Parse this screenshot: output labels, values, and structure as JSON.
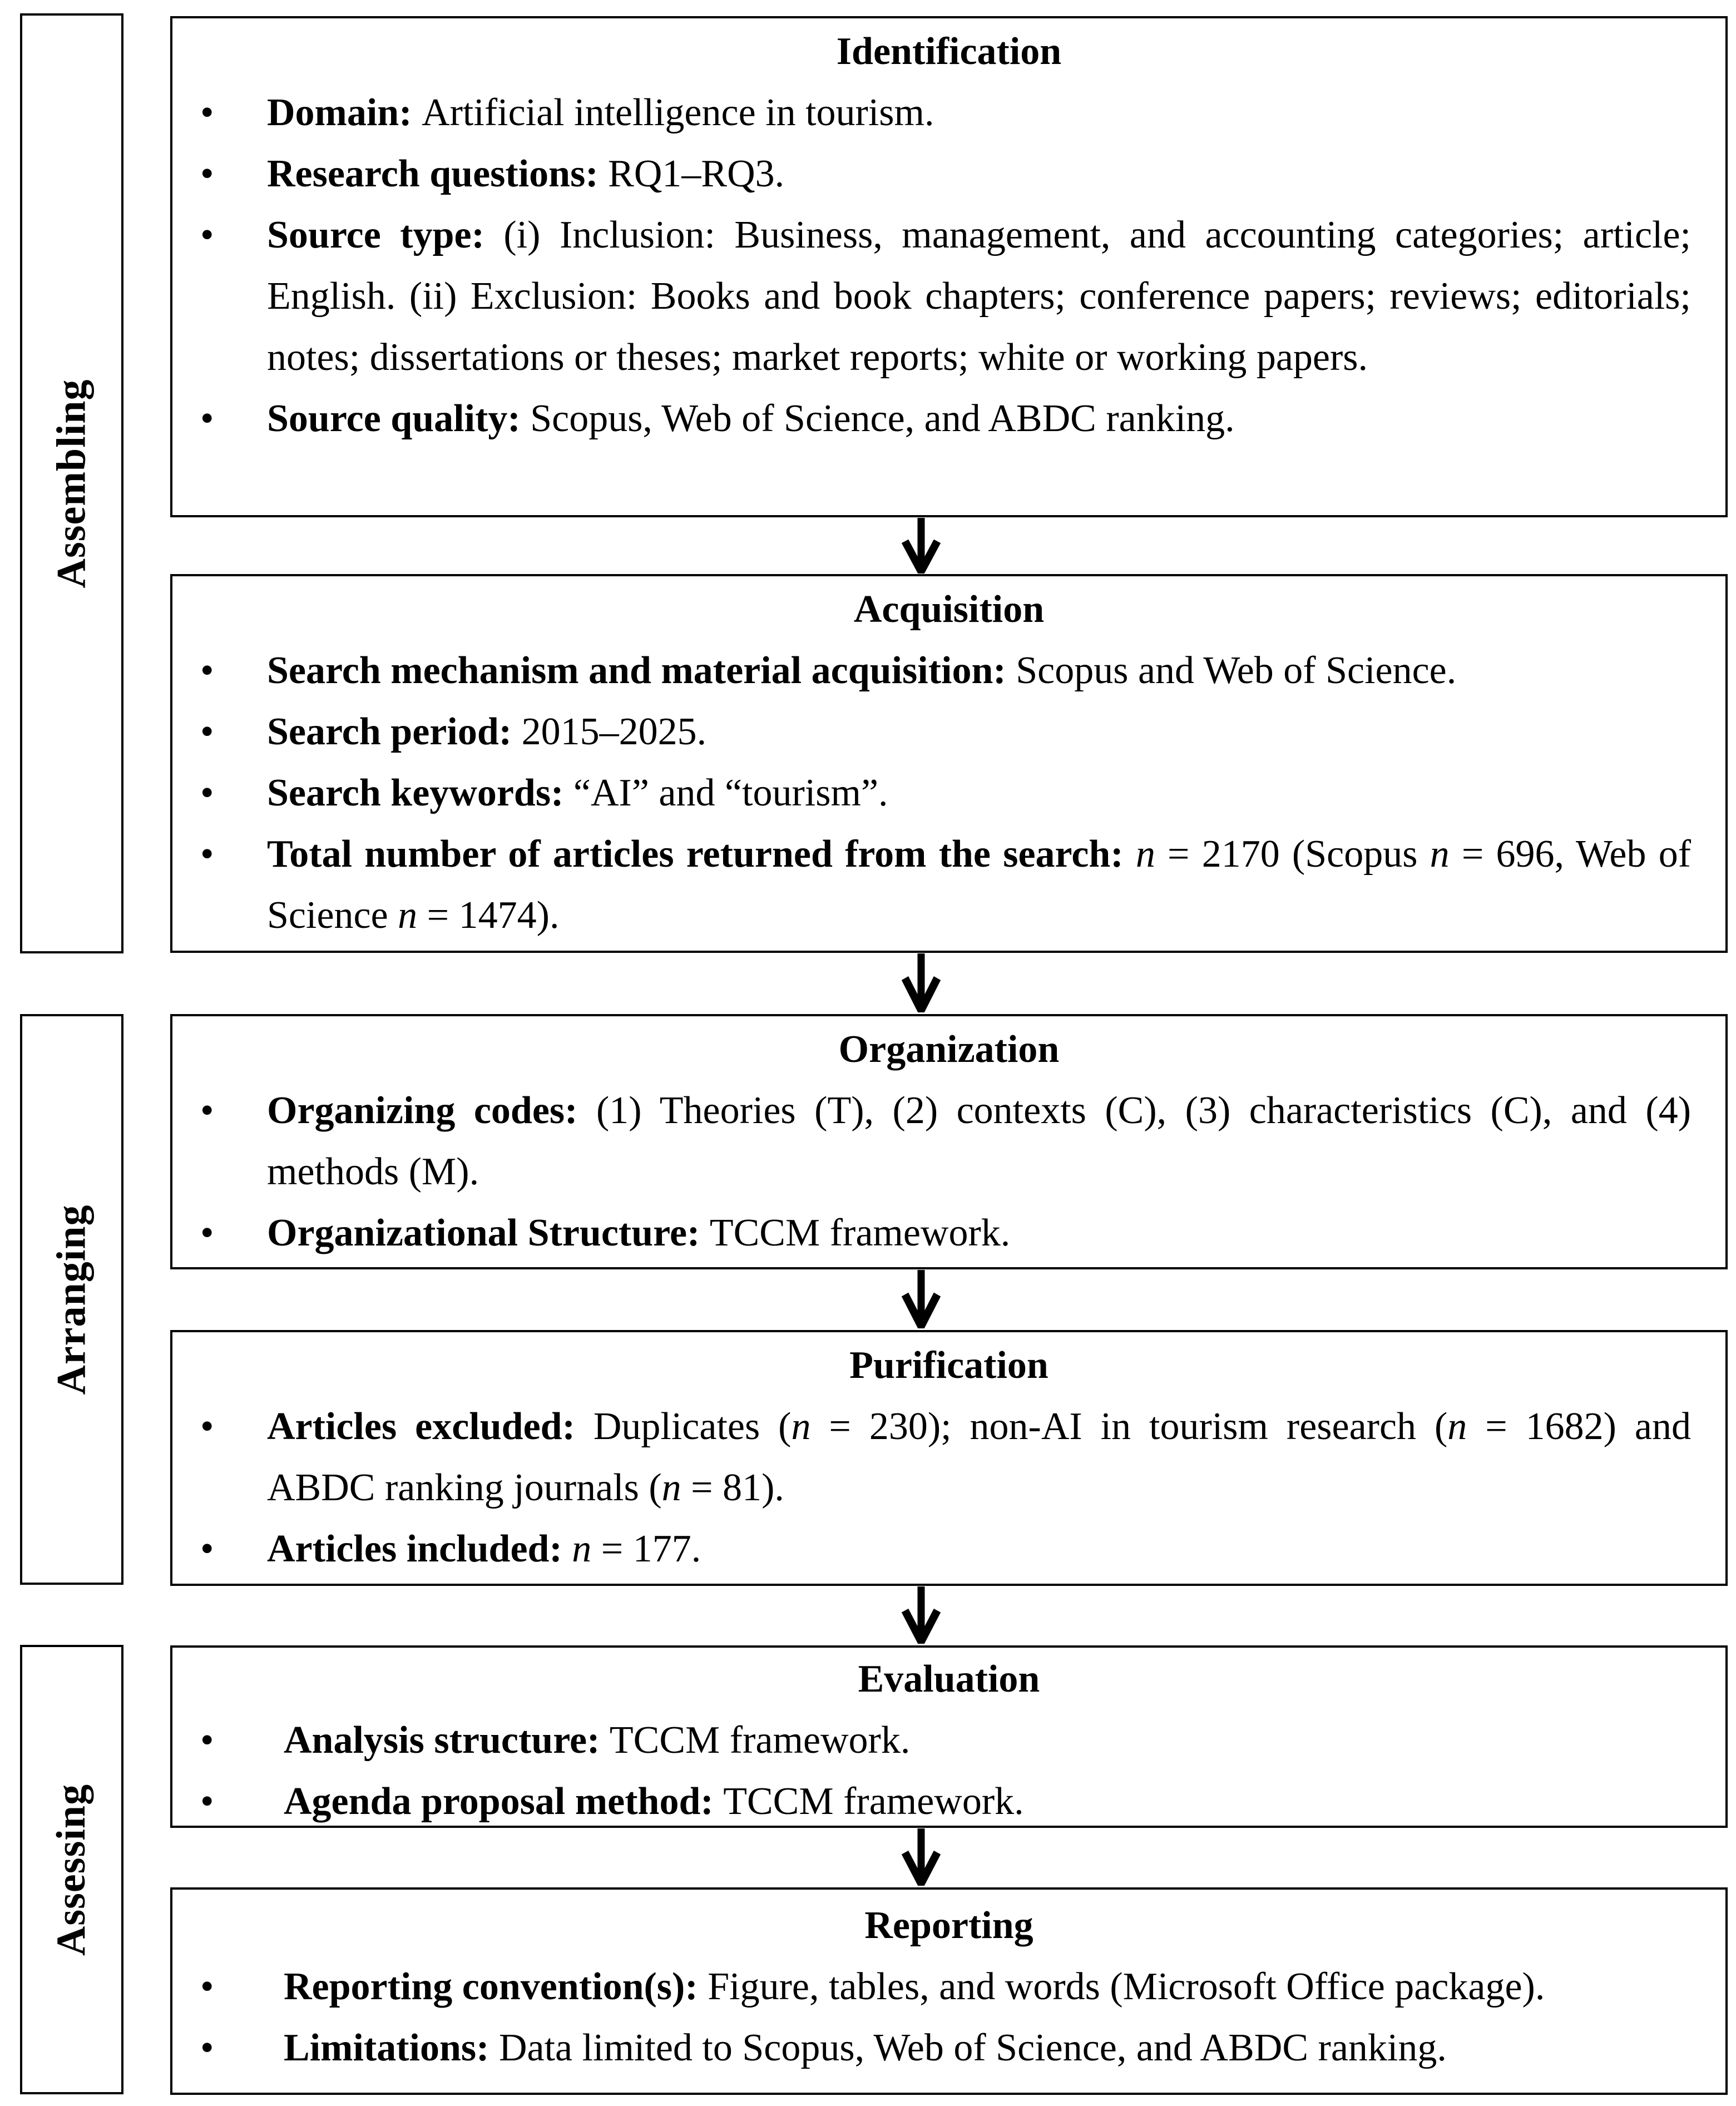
{
  "figure": {
    "background_color": "#ffffff",
    "line_color": "#000000",
    "text_color": "#000000",
    "bullet_glyph": "•",
    "connector_icon": "down-arrow",
    "connector_count": 5
  },
  "phases": [
    {
      "label": "Assembling"
    },
    {
      "label": "Arranging"
    },
    {
      "label": "Assessing"
    }
  ],
  "boxes": [
    {
      "title": "Identification",
      "items": [
        {
          "runs": [
            {
              "t": "Domain: ",
              "b": 1
            },
            {
              "t": "Artificial intelligence in tourism."
            }
          ]
        },
        {
          "runs": [
            {
              "t": "Research questions: ",
              "b": 1
            },
            {
              "t": "RQ1–RQ3."
            }
          ]
        },
        {
          "runs": [
            {
              "t": "Source type: ",
              "b": 1
            },
            {
              "t": "(i) Inclusion: Business, management, and accounting categories; article; English. (ii) Exclusion: Books and book chapters; conference papers; reviews; editorials; notes; dissertations or theses; market reports; white or working papers."
            }
          ]
        },
        {
          "runs": [
            {
              "t": "Source quality: ",
              "b": 1
            },
            {
              "t": "Scopus, Web of Science, and ABDC ranking."
            }
          ]
        }
      ]
    },
    {
      "title": "Acquisition",
      "items": [
        {
          "runs": [
            {
              "t": "Search mechanism and material acquisition: ",
              "b": 1
            },
            {
              "t": "Scopus and Web of Science."
            }
          ]
        },
        {
          "runs": [
            {
              "t": "Search period: ",
              "b": 1
            },
            {
              "t": "2015–2025."
            }
          ]
        },
        {
          "runs": [
            {
              "t": "Search keywords: ",
              "b": 1
            },
            {
              "t": "“AI” and “tourism”."
            }
          ]
        },
        {
          "runs": [
            {
              "t": "Total number of articles returned from the search: ",
              "b": 1
            },
            {
              "t": "n",
              "i": 1
            },
            {
              "t": " = 2170 (Scopus "
            },
            {
              "t": "n",
              "i": 1
            },
            {
              "t": " = 696, Web of Science "
            },
            {
              "t": "n",
              "i": 1
            },
            {
              "t": " = 1474)."
            }
          ]
        }
      ]
    },
    {
      "title": "Organization",
      "items": [
        {
          "runs": [
            {
              "t": "Organizing codes: ",
              "b": 1
            },
            {
              "t": "(1) Theories (T), (2) contexts (C), (3) characteristics (C), and (4) methods (M)."
            }
          ]
        },
        {
          "runs": [
            {
              "t": "Organizational Structure: ",
              "b": 1
            },
            {
              "t": "TCCM framework."
            }
          ]
        }
      ]
    },
    {
      "title": "Purification",
      "items": [
        {
          "runs": [
            {
              "t": "Articles excluded: ",
              "b": 1
            },
            {
              "t": "Duplicates ("
            },
            {
              "t": "n",
              "i": 1
            },
            {
              "t": " = 230); non-AI in tourism research ("
            },
            {
              "t": "n",
              "i": 1
            },
            {
              "t": " = 1682) and ABDC ranking journals ("
            },
            {
              "t": "n",
              "i": 1
            },
            {
              "t": " = 81)."
            }
          ]
        },
        {
          "runs": [
            {
              "t": "Articles included: ",
              "b": 1
            },
            {
              "t": "n",
              "i": 1
            },
            {
              "t": " = 177."
            }
          ]
        }
      ]
    },
    {
      "title": "Evaluation",
      "items": [
        {
          "runs": [
            {
              "t": "Analysis structure: ",
              "b": 1
            },
            {
              "t": "TCCM framework."
            }
          ]
        },
        {
          "runs": [
            {
              "t": "Agenda proposal method: ",
              "b": 1
            },
            {
              "t": "TCCM framework."
            }
          ]
        }
      ]
    },
    {
      "title": "Reporting",
      "items": [
        {
          "runs": [
            {
              "t": "Reporting convention(s): ",
              "b": 1
            },
            {
              "t": "Figure, tables, and words (Microsoft Office package)."
            }
          ]
        },
        {
          "runs": [
            {
              "t": "Limitations: ",
              "b": 1
            },
            {
              "t": "Data limited to Scopus, Web of Science, and ABDC ranking."
            }
          ]
        }
      ]
    }
  ]
}
